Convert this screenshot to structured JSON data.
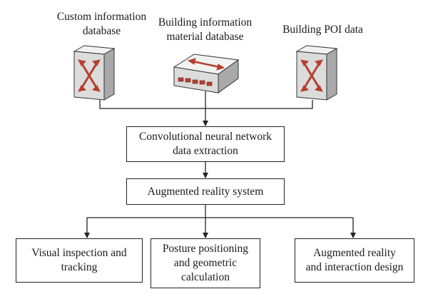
{
  "sources": [
    {
      "label": "Custom information\ndatabase",
      "device": "switch-icon"
    },
    {
      "label": "Building information\nmaterial database",
      "device": "router-icon"
    },
    {
      "label": "Building POI data",
      "device": "switch-icon"
    }
  ],
  "stage1": "Convolutional neural network\ndata extraction",
  "stage2": "Augmented reality system",
  "outputs": [
    "Visual inspection and\ntracking",
    "Posture positioning\nand geometric\ncalculation",
    "Augmented reality\nand interaction design"
  ],
  "colors": {
    "device_face": "#dcdcdc",
    "device_side": "#a9a9a9",
    "device_top": "#f2f2f2",
    "arrow_red": "#b5402f",
    "line": "#222222"
  }
}
